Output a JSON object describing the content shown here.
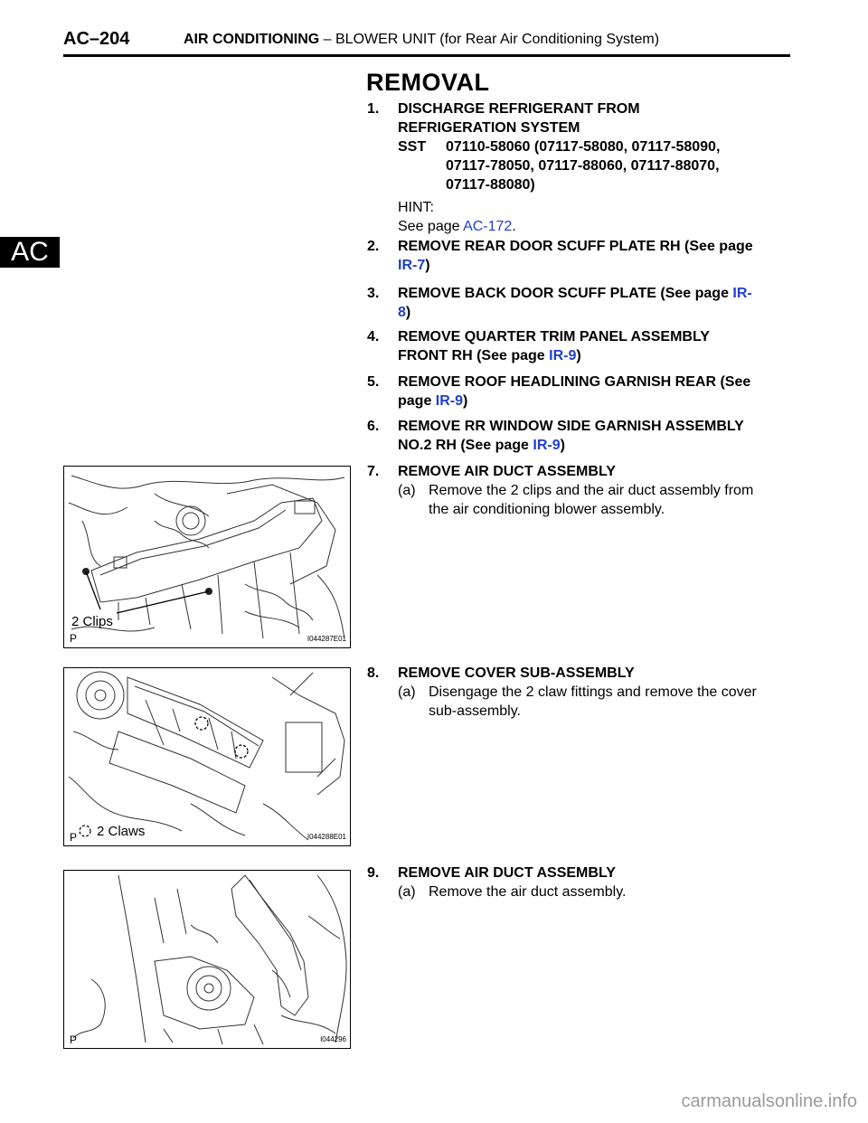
{
  "header": {
    "code": "AC–204",
    "title_bold": "AIR CONDITIONING",
    "title_rest": " – BLOWER UNIT (for Rear Air Conditioning System)"
  },
  "side_tab": "AC",
  "section_title": "REMOVAL",
  "steps": {
    "s1": {
      "num": "1.",
      "line1": "DISCHARGE REFRIGERANT FROM",
      "line2": "REFRIGERATION SYSTEM",
      "sst_label": "SST",
      "sst_line1": "07110-58060 (07117-58080, 07117-58090,",
      "sst_line2": "07117-78050, 07117-88060, 07117-88070,",
      "sst_line3": "07117-88080)",
      "hint": "HINT:",
      "see_page": "See page ",
      "see_link": "AC-172",
      "see_end": "."
    },
    "s2": {
      "num": "2.",
      "line1": "REMOVE REAR DOOR SCUFF PLATE RH (See page",
      "link": "IR-7",
      "end": ")"
    },
    "s3": {
      "num": "3.",
      "line1": "REMOVE BACK DOOR SCUFF PLATE (See page ",
      "link1": "IR-",
      "link2": "8",
      "end": ")"
    },
    "s4": {
      "num": "4.",
      "line1": "REMOVE QUARTER TRIM PANEL ASSEMBLY",
      "line2": "FRONT RH (See page ",
      "link": "IR-9",
      "end": ")"
    },
    "s5": {
      "num": "5.",
      "line1": "REMOVE ROOF HEADLINING GARNISH REAR (See",
      "line2": "page ",
      "link": "IR-9",
      "end": ")"
    },
    "s6": {
      "num": "6.",
      "line1": "REMOVE RR WINDOW SIDE GARNISH ASSEMBLY",
      "line2": "NO.2 RH (See page ",
      "link": "IR-9",
      "end": ")"
    },
    "s7": {
      "num": "7.",
      "line1": "REMOVE AIR DUCT ASSEMBLY",
      "sub_label": "(a)",
      "sub_line1": "Remove the 2 clips and the air duct assembly from",
      "sub_line2": "the air conditioning blower assembly."
    },
    "s8": {
      "num": "8.",
      "line1": "REMOVE COVER SUB-ASSEMBLY",
      "sub_label": "(a)",
      "sub_line1": "Disengage the 2 claw fittings and remove the cover",
      "sub_line2": "sub-assembly."
    },
    "s9": {
      "num": "9.",
      "line1": "REMOVE AIR DUCT ASSEMBLY",
      "sub_label": "(a)",
      "sub_line1": "Remove the air duct assembly."
    }
  },
  "figures": {
    "f1": {
      "callout": "2 Clips",
      "code": "I044287E01",
      "p": "P"
    },
    "f2": {
      "callout": "2 Claws",
      "code": "I044288E01",
      "p": "P"
    },
    "f3": {
      "code": "I044296",
      "p": "P"
    }
  },
  "watermark": "carmanualsonline.info"
}
